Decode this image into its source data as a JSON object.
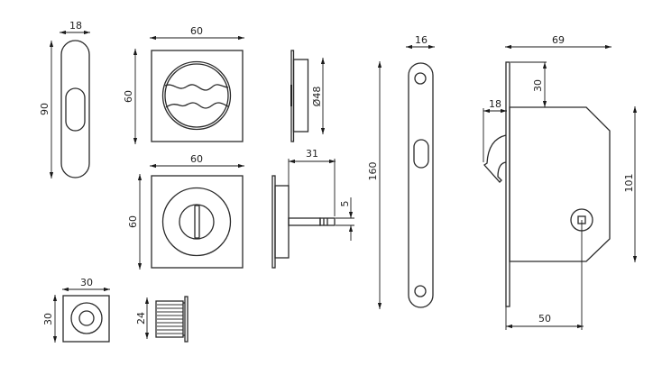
{
  "drawing": {
    "oval_plate": {
      "width": "18",
      "height": "90"
    },
    "square_handle_top": {
      "width": "60",
      "height": "60"
    },
    "side_view_top": {
      "diameter": "Ø48"
    },
    "square_turn": {
      "width": "60",
      "height": "60"
    },
    "side_view_turn": {
      "depth": "31",
      "spindle": "5"
    },
    "small_square": {
      "width": "30",
      "height": "30"
    },
    "cylinder": {
      "height": "24"
    },
    "strike_plate": {
      "width": "16",
      "height": "160"
    },
    "lock_body": {
      "width": "69",
      "top_offset": "30",
      "hook": "18",
      "height": "101",
      "backset": "50"
    }
  }
}
